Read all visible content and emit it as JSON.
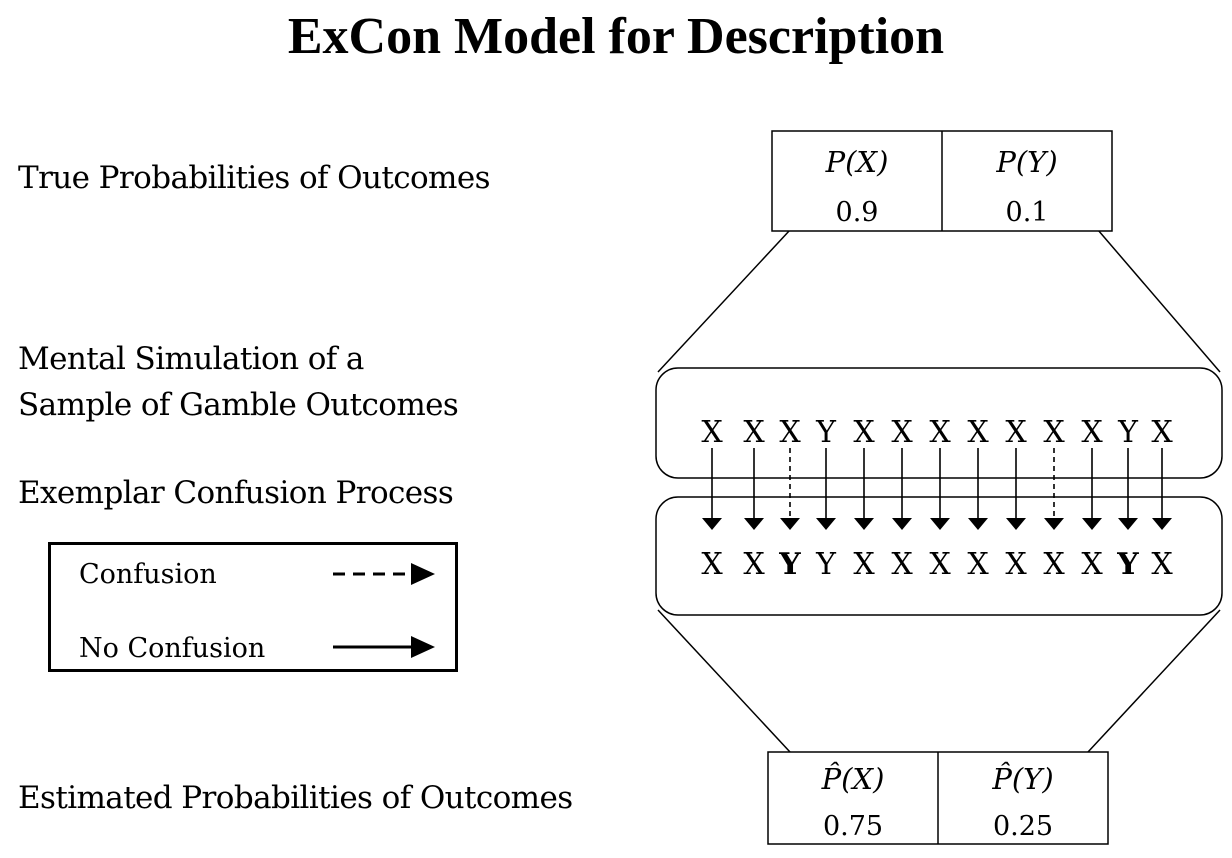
{
  "title": "ExCon Model for Description",
  "labels": {
    "true_probs": "True Probabilities of Outcomes",
    "mental_line1": "Mental Simulation of a",
    "mental_line2": "Sample of Gamble Outcomes",
    "exemplar": "Exemplar Confusion Process",
    "estimated": "Estimated Probabilities of Outcomes"
  },
  "legend": {
    "confusion": "Confusion",
    "no_confusion": "No Confusion"
  },
  "true_table": {
    "headers": [
      "P(X)",
      "P(Y)"
    ],
    "values": [
      "0.9",
      "0.1"
    ]
  },
  "sample_sequence": [
    "X",
    "X",
    "X",
    "Y",
    "X",
    "X",
    "X",
    "X",
    "X",
    "X",
    "X",
    "Y",
    "X"
  ],
  "confused_sequence": [
    "X",
    "X",
    "Y",
    "Y",
    "X",
    "X",
    "X",
    "X",
    "X",
    "X",
    "X",
    "Y",
    "X"
  ],
  "bold_indices": [
    2,
    11
  ],
  "confusion_indices": [
    2,
    9
  ],
  "estimated_table": {
    "headers": [
      "P̂(X)",
      "P̂(Y)"
    ],
    "values": [
      "0.75",
      "0.25"
    ]
  }
}
